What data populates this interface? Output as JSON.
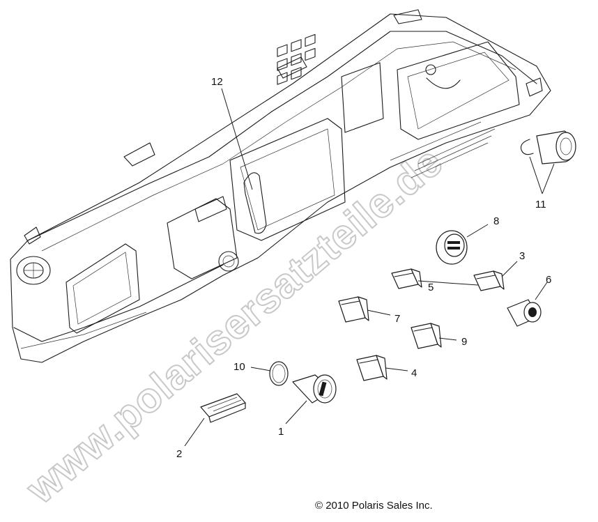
{
  "watermark": "www.polarisersatzteile.de",
  "copyright": "© 2010 Polaris Sales Inc.",
  "callouts": {
    "c1": "1",
    "c2": "2",
    "c3": "3",
    "c4": "4",
    "c5": "5",
    "c6": "6",
    "c7": "7",
    "c8": "8",
    "c9": "9",
    "c10": "10",
    "c11": "11",
    "c12": "12"
  }
}
